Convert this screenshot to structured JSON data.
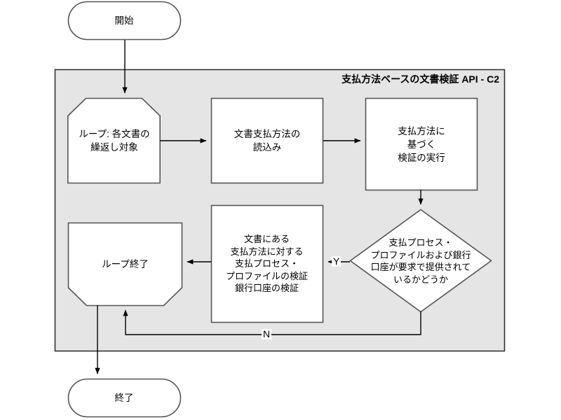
{
  "diagram": {
    "title": "支払方法ベースの文書検証 API - C2",
    "container": {
      "fill": "#e5e5e5",
      "stroke": "#333333"
    },
    "node_fill": "#ffffff",
    "node_stroke": "#555555",
    "line_color": "#000000"
  },
  "nodes": {
    "start": {
      "label": "開始",
      "shape": "stadium"
    },
    "loop_start": {
      "label": "ループ: 各文書の\n繰返し対象",
      "shape": "loop-start"
    },
    "read_payment_method": {
      "label": "文書支払方法の\n読込み",
      "shape": "rectangle"
    },
    "run_validation": {
      "label": "支払方法に\n基づく\n検証の実行",
      "shape": "rectangle"
    },
    "decision": {
      "label": "支払プロセス・\nプロファイルおよび銀行\n口座が要求で提供されて\nいるかどうか",
      "shape": "diamond"
    },
    "validate_profile": {
      "label": "文書にある\n支払方法に対する\n支払プロセス・\nプロファイルの検証\n銀行口座の検証",
      "shape": "rectangle"
    },
    "loop_end": {
      "label": "ループ終了",
      "shape": "loop-end"
    },
    "end": {
      "label": "終了",
      "shape": "stadium"
    }
  },
  "edges": {
    "yes_label": "Y",
    "no_label": "N"
  }
}
